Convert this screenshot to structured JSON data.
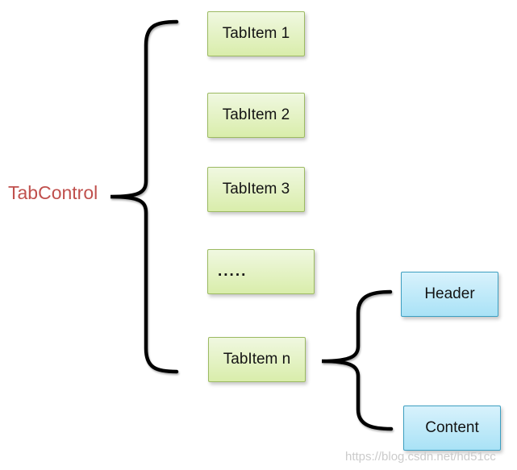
{
  "diagram": {
    "root_label": "TabControl",
    "tab_items": [
      "TabItem 1",
      "TabItem 2",
      "TabItem 3",
      ".....",
      "TabItem n"
    ],
    "tab_item_n_children": [
      "Header",
      "Content"
    ],
    "colors": {
      "root_label": "#c0504d",
      "green_top": "#f0f8e1",
      "green_bottom": "#d9edab",
      "green_border": "#9cba62",
      "blue_top": "#d8f2fc",
      "blue_bottom": "#a9e2f6",
      "blue_border": "#3d9fc1",
      "brace": "#000000",
      "watermark": "#cbcbcb"
    },
    "watermark": "https://blog.csdn.net/hd51cc"
  }
}
